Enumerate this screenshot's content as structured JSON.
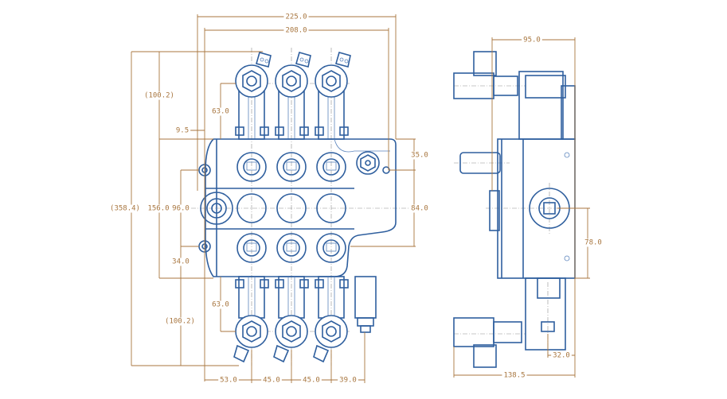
{
  "colors": {
    "outline": "#2f5f9e",
    "dimension": "#a8763f"
  },
  "front_view": {
    "dimensions": {
      "overall_width": "225.0",
      "mount_width": "208.0",
      "top_overhang": "(100.2)",
      "top_spool_offset": "63.0",
      "edge_offset": "9.5",
      "fitting_offset": "35.0",
      "overall_height": "(358.4)",
      "body_height": "156.0",
      "port_spacing_left": "96.0",
      "port_spacing_right": "84.0",
      "bottom_mount_offset": "34.0",
      "bottom_spool_offset": "63.0",
      "bottom_overhang": "(100.2)",
      "pitch_1": "53.0",
      "pitch_2": "45.0",
      "pitch_3": "45.0",
      "pitch_4": "39.0"
    }
  },
  "side_view": {
    "dimensions": {
      "body_depth": "95.0",
      "port_height": "78.0",
      "plug_offset": "32.0",
      "overall_depth": "138.5"
    }
  }
}
